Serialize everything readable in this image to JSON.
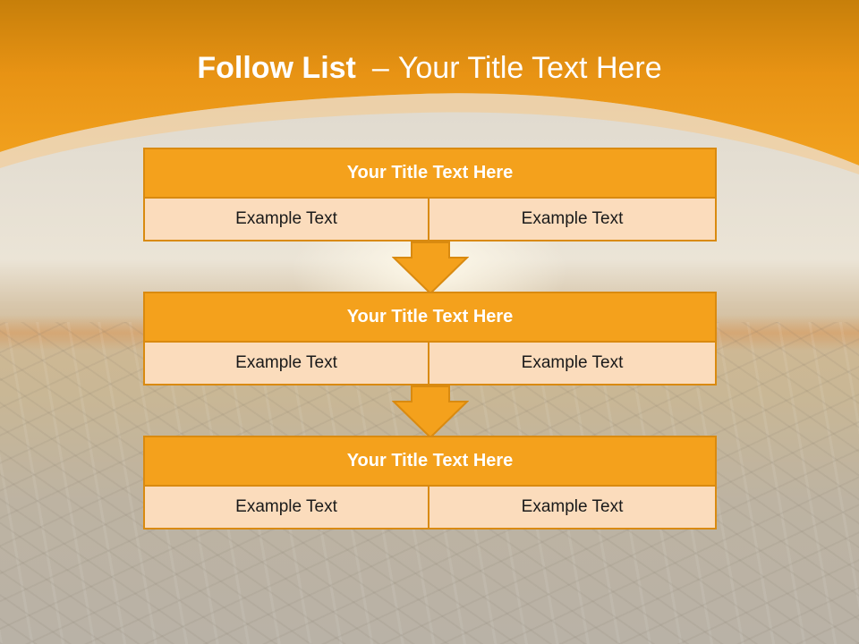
{
  "slide": {
    "title_bold": "Follow List",
    "title_separator": "–",
    "title_rest": "Your Title Text Here"
  },
  "steps": [
    {
      "title": "Your Title Text Here",
      "cells": [
        "Example Text",
        "Example Text"
      ]
    },
    {
      "title": "Your Title Text Here",
      "cells": [
        "Example Text",
        "Example Text"
      ]
    },
    {
      "title": "Your Title Text Here",
      "cells": [
        "Example Text",
        "Example Text"
      ]
    }
  ],
  "colors": {
    "header_fill": "#f4a11c",
    "cell_fill": "#fbdcbc",
    "border": "#d98a10",
    "banner": "#f0a020"
  }
}
